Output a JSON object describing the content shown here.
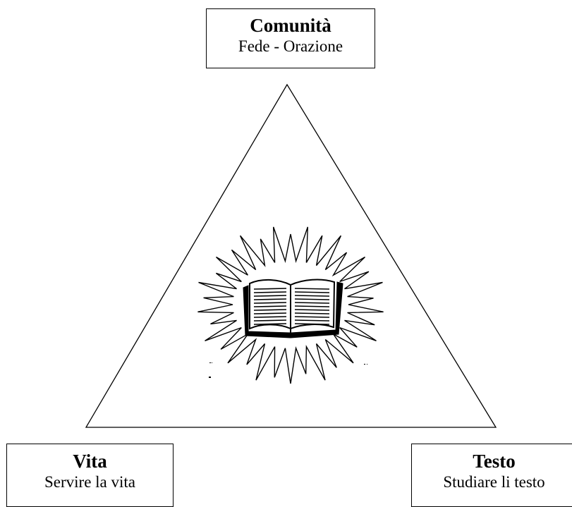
{
  "nodes": {
    "top": {
      "title": "Comunità",
      "subtitle": "Fede - Orazione"
    },
    "left": {
      "title": "Vita",
      "subtitle": "Servire la vita"
    },
    "right": {
      "title": "Testo",
      "subtitle": "Studiare li testo"
    }
  },
  "center": {
    "icon": "open-book-icon",
    "burst": "starburst-icon"
  },
  "colors": {
    "line": "#000000",
    "background": "#ffffff"
  }
}
